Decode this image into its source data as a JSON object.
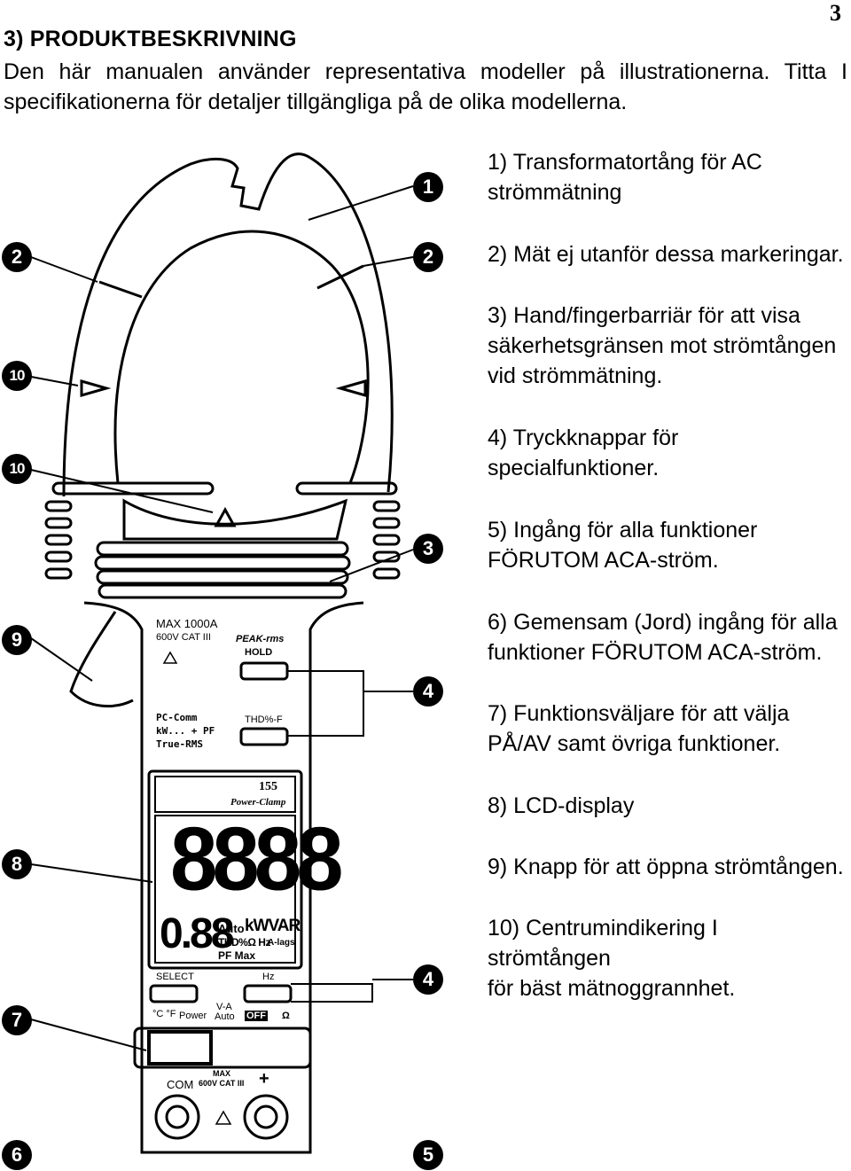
{
  "page_number": "3",
  "heading": "3) PRODUKTBESKRIVNING",
  "intro": "Den här manualen använder representativa modeller på illustrationerna. Titta I specifikationerna för detaljer tillgängliga på de olika modellerna.",
  "descriptions": [
    {
      "line1": "1) Transformatortång för AC",
      "line2": "strömmätning"
    },
    {
      "line1": "2) Mät ej utanför dessa markeringar.",
      "line2": ""
    },
    {
      "line1": "3) Hand/fingerbarriär för att visa",
      "line2": "säkerhetsgränsen mot strömtången",
      "line3": "vid strömmätning."
    },
    {
      "line1": "4) Tryckknappar för",
      "line2": "specialfunktioner."
    },
    {
      "line1": "5) Ingång för alla funktioner",
      "line2": "FÖRUTOM ACA-ström."
    },
    {
      "line1": "6) Gemensam (Jord) ingång för alla",
      "line2": "funktioner FÖRUTOM ACA-ström."
    },
    {
      "line1": "7) Funktionsväljare för att välja",
      "line2": "PÅ/AV samt övriga funktioner."
    },
    {
      "line1": "8) LCD-display",
      "line2": ""
    },
    {
      "line1": "9) Knapp för att öppna strömtången.",
      "line2": ""
    },
    {
      "line1": "10) Centrumindikering I strömtången",
      "line2": "för bäst mätnoggrannhet."
    }
  ],
  "callouts": {
    "c1": "1",
    "c2a": "2",
    "c2b": "2",
    "c10a": "10",
    "c10b": "10",
    "c3": "3",
    "c9": "9",
    "c4a": "4",
    "c8": "8",
    "c4b": "4",
    "c7": "7",
    "c6": "6",
    "c5": "5"
  },
  "meter_labels": {
    "max": "MAX 1000A",
    "cat": "600V CAT III",
    "peak": "PEAK-rms",
    "hold": "HOLD",
    "thd": "THD%-F",
    "pccomm": "PC-Comm",
    "kw": "kW... + PF",
    "truerms": "True-RMS",
    "model": "155",
    "brand": "Power-Clamp",
    "digits": "8888",
    "small_digits": "0.88",
    "lcd_auto": "Auto",
    "lcd_kwvar": "kWVAR",
    "lcd_thd": "THD%Ω Hz",
    "lcd_alags": "A-lags",
    "lcd_pfmax": "PF Max",
    "select": "SELECT",
    "hz": "Hz",
    "cf": "°C °F",
    "power": "Power",
    "va": "V-A",
    "auto": "Auto",
    "off": "OFF",
    "ohm": "Ω",
    "com": "COM",
    "max2": "MAX",
    "cat2": "600V CAT III",
    "plus": "+"
  }
}
